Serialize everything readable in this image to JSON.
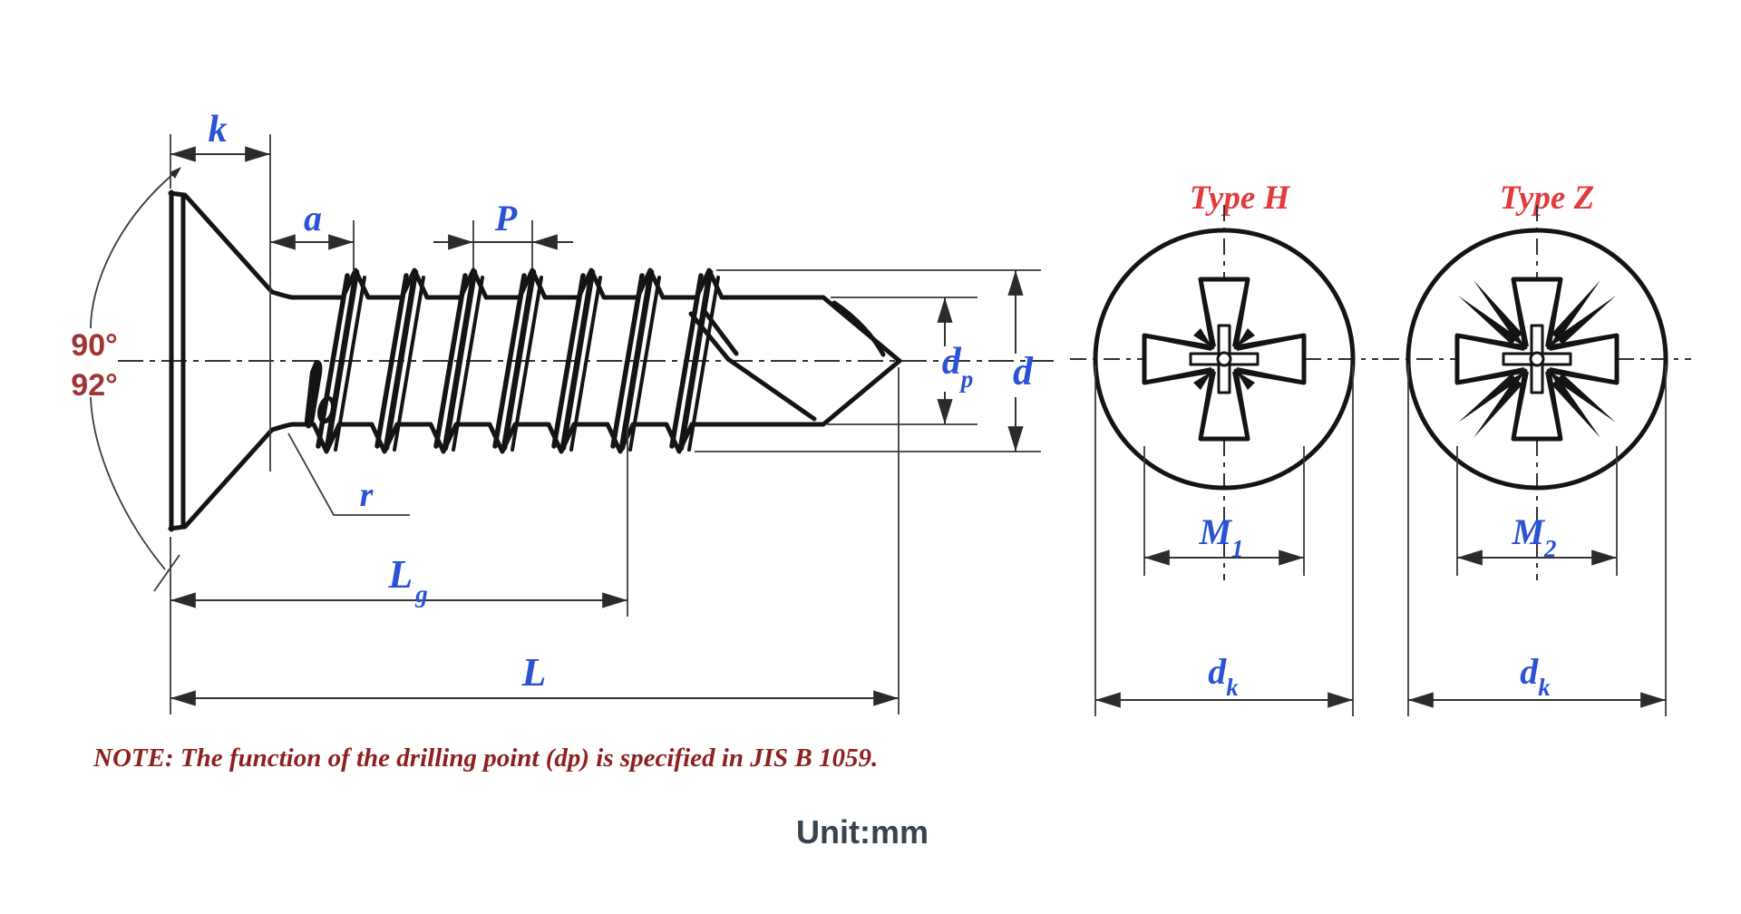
{
  "side_view": {
    "k": "k",
    "a": "a",
    "p": "P",
    "r": "r",
    "angle_upper": "90°",
    "angle_lower": "92°",
    "lg_main": "L",
    "lg_sub": "g",
    "l": "L",
    "dp_main": "d",
    "dp_sub": "p",
    "d": "d"
  },
  "head_views": {
    "type_h_title": "Type H",
    "type_z_title": "Type Z",
    "m1_main": "M",
    "m1_sub": "1",
    "m2_main": "M",
    "m2_sub": "2",
    "dk_main": "d",
    "dk_sub": "k"
  },
  "note": "NOTE: The function of the drilling point (dp) is specified in JIS B 1059.",
  "unit_label": "Unit:mm",
  "colors": {
    "dimension_blue": "#2a52d4",
    "type_red": "#e23b3b",
    "note_red": "#8e2020",
    "angle_red": "#a03434",
    "line_black": "#141414"
  }
}
